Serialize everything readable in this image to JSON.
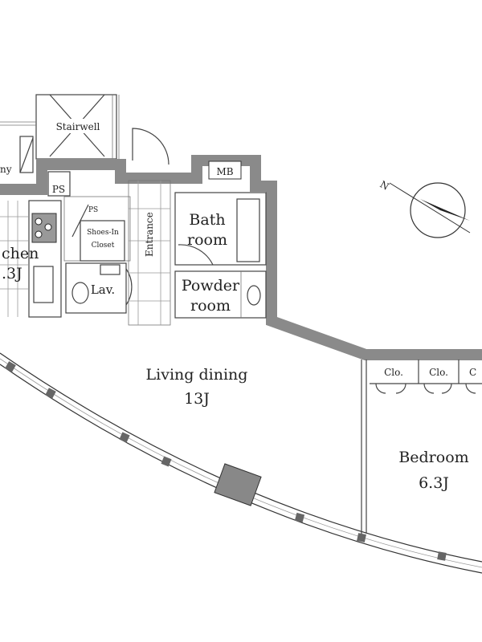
{
  "plan": {
    "rooms": {
      "stairwell": "Stairwell",
      "balcony": "ny",
      "ps_upper": "PS",
      "ps_lower": "PS",
      "mb": "MB",
      "bath_line1": "Bath",
      "bath_line2": "room",
      "shoes_line1": "Shoes-In",
      "shoes_line2": "Closet",
      "entrance": "Entrance",
      "kitchen_line1": "chen",
      "kitchen_line2": ".3J",
      "lav": "Lav.",
      "powder_line1": "Powder",
      "powder_line2": "room",
      "living_line1": "Living dining",
      "living_line2": "13J",
      "closet1": "Clo.",
      "closet2": "Clo.",
      "closet3": "C",
      "bedroom_line1": "Bedroom",
      "bedroom_line2": "6.3J"
    },
    "compass": {
      "label": "N"
    },
    "colors": {
      "wall": "#8a8a8a",
      "line": "#444444"
    }
  }
}
